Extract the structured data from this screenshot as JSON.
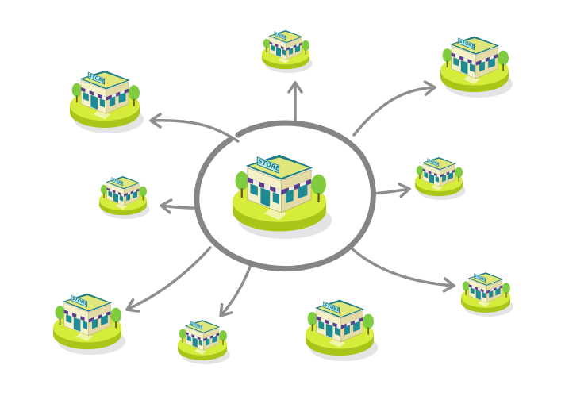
{
  "diagram": {
    "store_sign": "STORE",
    "colors": {
      "background": "#ffffff",
      "arrow": "#8e8e8e",
      "ring": "#858585",
      "ground_top": "#d6ec3a",
      "ground_side": "#a9c51a",
      "wall_front": "#f4f0c8",
      "wall_side": "#e2dba6",
      "roof_top": "#dfe77a",
      "roof_edge": "#1f7c86",
      "sign_bg": "#b6e8ee",
      "window": "#1e8a96",
      "awning_purple": "#5b3f8e",
      "awning_white": "#f5f1e2",
      "tree": "#7fcd3e",
      "shadow": "#d8d8d8"
    },
    "stores": [
      {
        "name": "store-center",
        "role": "hub"
      },
      {
        "name": "store-top-left",
        "role": "branch"
      },
      {
        "name": "store-top",
        "role": "branch"
      },
      {
        "name": "store-top-right",
        "role": "branch"
      },
      {
        "name": "store-left",
        "role": "branch"
      },
      {
        "name": "store-right",
        "role": "branch"
      },
      {
        "name": "store-bottom-left",
        "role": "branch"
      },
      {
        "name": "store-bottom-mid-left",
        "role": "branch"
      },
      {
        "name": "store-bottom-mid-right",
        "role": "branch"
      },
      {
        "name": "store-bottom-right",
        "role": "branch"
      }
    ]
  }
}
